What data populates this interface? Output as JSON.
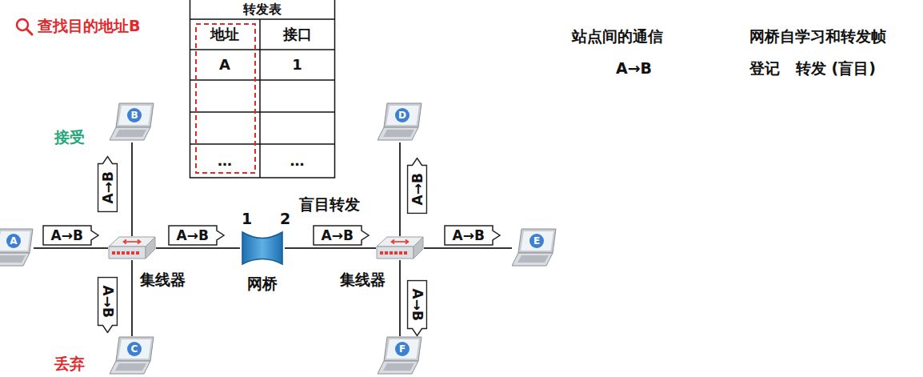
{
  "diagram": {
    "nodes": [
      {
        "text": [
          "A"
        ]
      },
      {
        "text": [
          "B"
        ]
      },
      {
        "text": [
          "集线器"
        ]
      },
      {
        "text": [
          "C"
        ]
      },
      {
        "text": [
          "网桥"
        ]
      },
      {
        "text": [
          "集线器"
        ]
      },
      {
        "text": [
          "D"
        ]
      },
      {
        "text": [
          "E"
        ]
      },
      {
        "text": [
          "F"
        ]
      },
      {
        "text": [
          "A→B"
        ]
      },
      {
        "text": [
          "A→B"
        ]
      },
      {
        "text": [
          "A→B"
        ]
      },
      {
        "text": [
          "A→B"
        ]
      },
      {
        "text": [
          "A→B"
        ]
      },
      {
        "text": [
          "A→B"
        ]
      },
      {
        "text": [
          "A→B"
        ]
      },
      {
        "text": [
          "A→B"
        ]
      }
    ],
    "edges": [
      {
        "from": 0,
        "to": 2,
        "arrow": "none"
      },
      {
        "from": 2,
        "to": 1,
        "arrow": "none"
      },
      {
        "from": 2,
        "to": 3,
        "arrow": "none"
      },
      {
        "from": 2,
        "to": 4,
        "arrow": "none"
      },
      {
        "from": 4,
        "to": 5,
        "arrow": "none"
      },
      {
        "from": 5,
        "to": 6,
        "arrow": "none"
      },
      {
        "from": 5,
        "to": 7,
        "arrow": "none"
      },
      {
        "from": 5,
        "to": 8,
        "arrow": "none"
      }
    ],
    "labels": [
      "查找目的地址B",
      "转发表",
      "地址",
      "接口",
      "A",
      "1",
      "…",
      "…",
      "站点间的通信",
      "网桥自学习和转发帧",
      "A→B",
      "登记",
      "转发 (盲目)",
      "接受",
      "丢弃",
      "盲目转发",
      "1",
      "2"
    ]
  }
}
